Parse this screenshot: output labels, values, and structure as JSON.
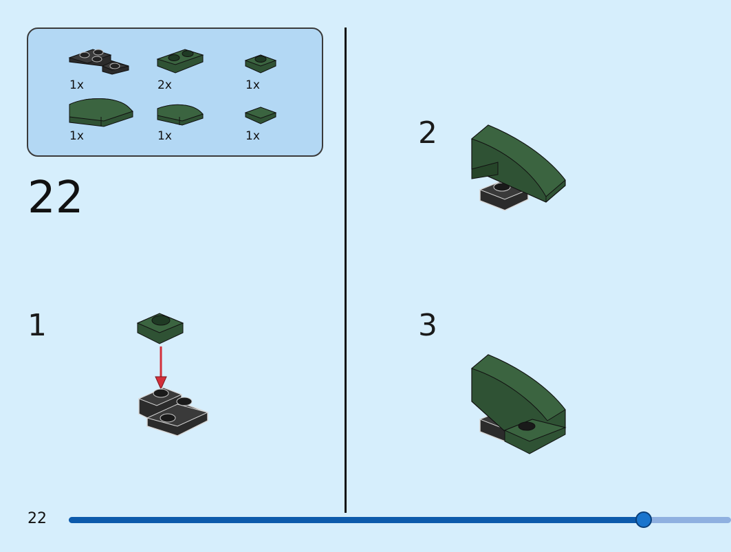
{
  "parts_list": [
    {
      "part": "black-corner-plate-icon",
      "quantity": "1x"
    },
    {
      "part": "green-plate-1x2-icon",
      "quantity": "2x"
    },
    {
      "part": "green-round-plate-1x1-icon",
      "quantity": "1x"
    },
    {
      "part": "green-curved-slope-large-icon",
      "quantity": "1x"
    },
    {
      "part": "green-curved-slope-small-icon",
      "quantity": "1x"
    },
    {
      "part": "green-tile-1x1-icon",
      "quantity": "1x"
    }
  ],
  "page_step": "22",
  "steps": [
    {
      "number": "1"
    },
    {
      "number": "2"
    },
    {
      "number": "3"
    }
  ],
  "page_number": "22",
  "progress": {
    "fraction": 0.868
  },
  "colors": {
    "background": "#d6eefc",
    "parts_box": "#b3d8f4",
    "brick_green": "#2f5234",
    "brick_black": "#2b2b2b",
    "arrow_red": "#d32f3a",
    "progress_fill": "#0d5aab",
    "progress_track": "#8fb0e0"
  }
}
